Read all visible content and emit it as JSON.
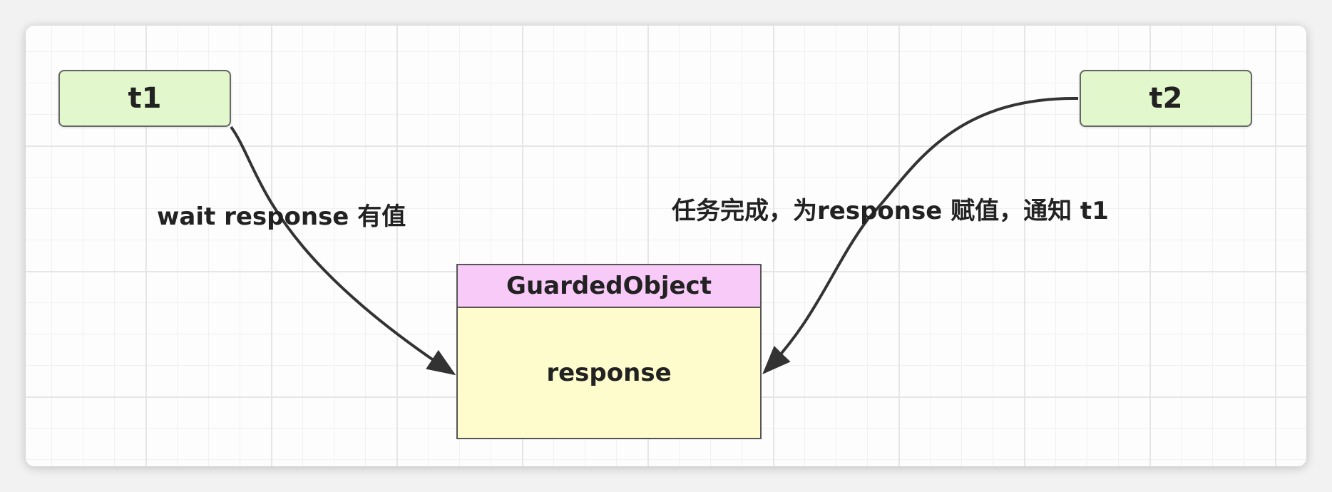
{
  "nodes": {
    "t1": "t1",
    "t2": "t2",
    "guarded_object": {
      "title": "GuardedObject",
      "field": "response"
    }
  },
  "edges": {
    "t1_to_guarded": "wait response 有值",
    "t2_to_guarded": "任务完成，为response 赋值，通知 t1"
  },
  "colors": {
    "thread_fill": "#e2f8cc",
    "title_fill": "#f7caf8",
    "body_fill": "#fefccc",
    "line": "#333333"
  }
}
